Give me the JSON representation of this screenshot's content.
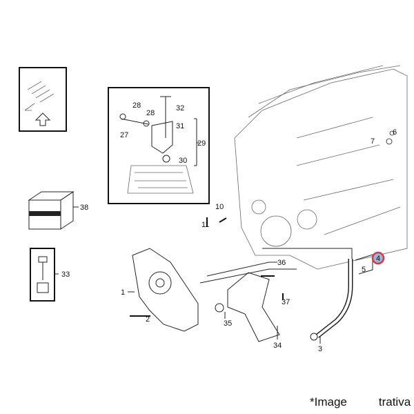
{
  "callouts": {
    "p28a": "28",
    "p32": "32",
    "p28b": "28",
    "p27": "27",
    "p31": "31",
    "p29": "29",
    "p30": "30",
    "p38": "38",
    "p10": "10",
    "p11": "11",
    "p33": "33",
    "p36": "36",
    "p1": "1",
    "p5": "5",
    "p37": "37",
    "p2": "2",
    "p35": "35",
    "p34": "34",
    "p3": "3",
    "p6": "6",
    "p7": "7",
    "p4": "4"
  },
  "highlighted_part": "4",
  "colors": {
    "highlight_fill": "#9fb2d6",
    "highlight_ring": "#d23a44"
  },
  "caption": {
    "left": "*Image",
    "right": "trativa"
  }
}
